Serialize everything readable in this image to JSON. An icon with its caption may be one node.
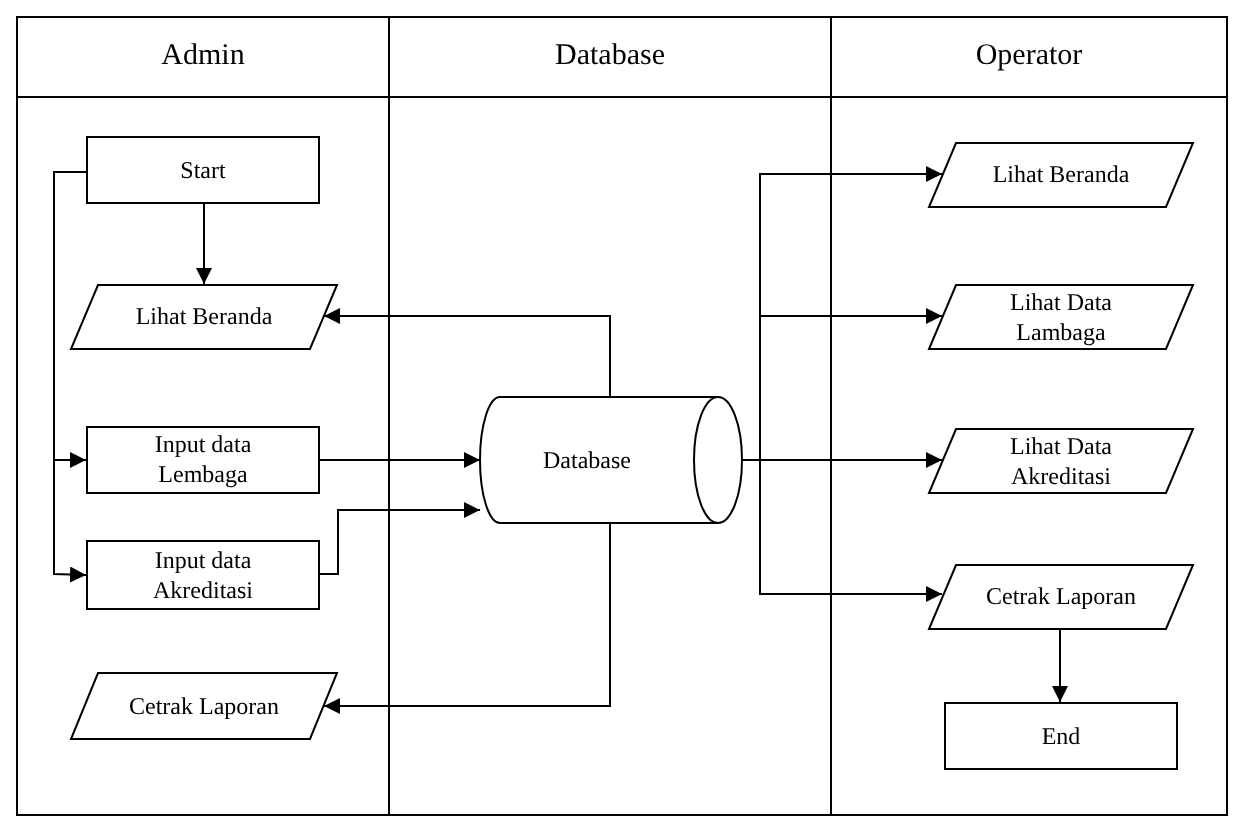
{
  "diagram": {
    "nodes": [
      {
        "text": [
          "Admin"
        ]
      },
      {
        "text": [
          "Database"
        ]
      },
      {
        "text": [
          "Operator"
        ]
      },
      {
        "text": [
          "Start"
        ],
        "in": 0
      },
      {
        "text": [
          "Lihat Beranda"
        ],
        "in": 0
      },
      {
        "text": [
          "Input data Lembaga"
        ],
        "in": 0
      },
      {
        "text": [
          "Input data Akreditasi"
        ],
        "in": 0
      },
      {
        "text": [
          "Cetrak Laporan"
        ],
        "in": 0
      },
      {
        "text": [
          "Database"
        ],
        "in": 1
      },
      {
        "text": [
          "Lihat Beranda"
        ],
        "in": 2
      },
      {
        "text": [
          "Lihat Data Lambaga"
        ],
        "in": 2
      },
      {
        "text": [
          "Lihat Data Akreditasi"
        ],
        "in": 2
      },
      {
        "text": [
          "Cetrak Laporan"
        ],
        "in": 2
      },
      {
        "text": [
          "End"
        ],
        "in": 2
      }
    ],
    "edges": [
      {
        "from": 3,
        "to": 4,
        "arrow": "to"
      },
      {
        "from": 3,
        "to": 5,
        "arrow": "to"
      },
      {
        "from": 3,
        "to": 6,
        "arrow": "to"
      },
      {
        "from": 5,
        "to": 8,
        "arrow": "to"
      },
      {
        "from": 6,
        "to": 8,
        "arrow": "to"
      },
      {
        "from": 8,
        "to": 4,
        "arrow": "to"
      },
      {
        "from": 8,
        "to": 7,
        "arrow": "to"
      },
      {
        "from": 8,
        "to": 9,
        "arrow": "to"
      },
      {
        "from": 8,
        "to": 10,
        "arrow": "to"
      },
      {
        "from": 8,
        "to": 11,
        "arrow": "to"
      },
      {
        "from": 8,
        "to": 12,
        "arrow": "to"
      },
      {
        "from": 12,
        "to": 13,
        "arrow": "to"
      }
    ]
  }
}
